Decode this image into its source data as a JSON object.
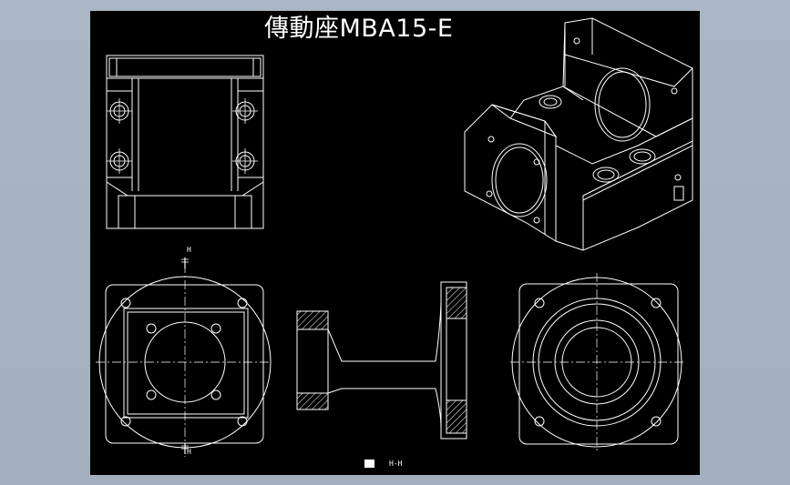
{
  "title": "傳動座MBA15-E",
  "section_mark_top": "H",
  "section_mark_bottom": "H",
  "section_caption": "H-H",
  "colors": {
    "background": "#a7b3c1",
    "paper": "#000000",
    "lines": "#ffffff"
  }
}
